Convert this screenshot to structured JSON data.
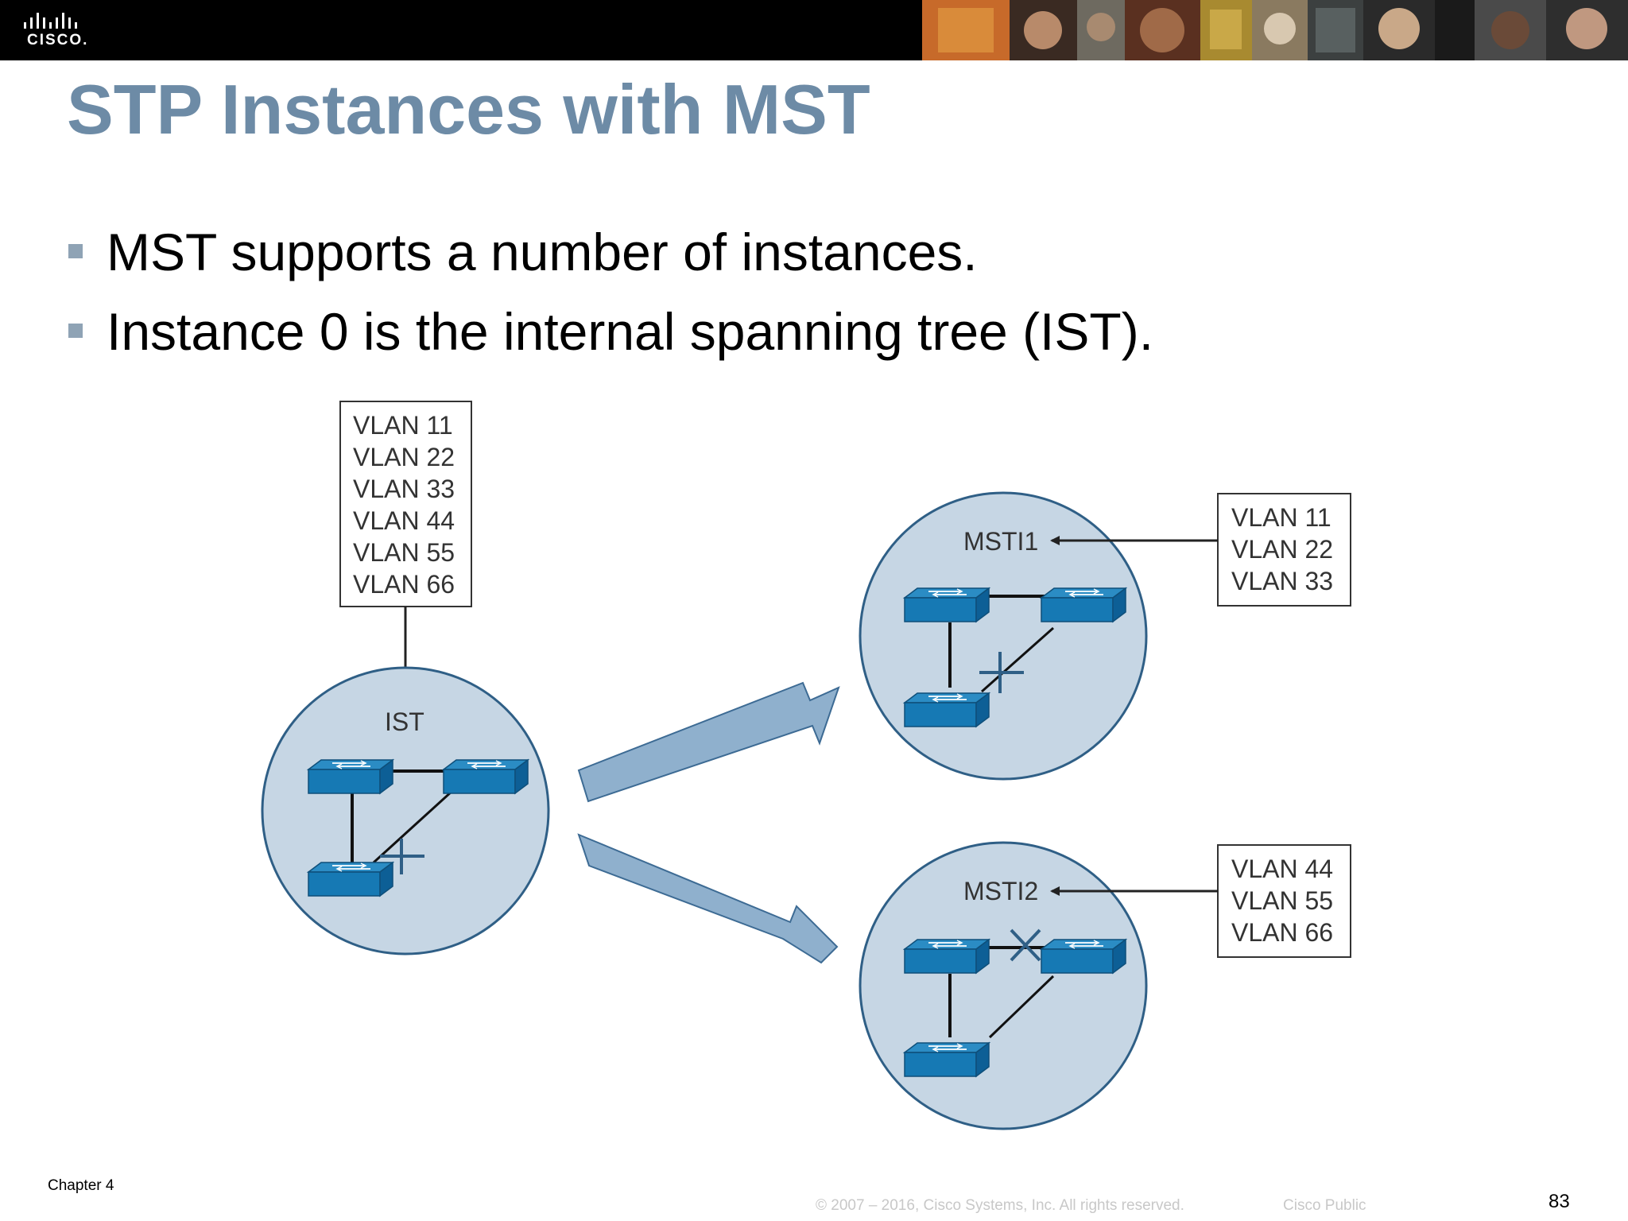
{
  "header": {
    "logo_text": "CISCO.",
    "logo_icon": "cisco-bridge-logo",
    "photo_strip_icon": "people-photo-collage"
  },
  "slide": {
    "title": "STP Instances with MST",
    "bullets": [
      "MST supports a number of instances.",
      "Instance 0 is the internal spanning tree (IST)."
    ]
  },
  "diagram": {
    "ist": {
      "label": "IST",
      "vlans": [
        "VLAN 11",
        "VLAN 22",
        "VLAN 33",
        "VLAN 44",
        "VLAN 55",
        "VLAN 66"
      ]
    },
    "msti1": {
      "label": "MSTI1",
      "vlans": [
        "VLAN 11",
        "VLAN 22",
        "VLAN 33"
      ]
    },
    "msti2": {
      "label": "MSTI2",
      "vlans": [
        "VLAN 44",
        "VLAN 55",
        "VLAN 66"
      ]
    },
    "colors": {
      "instance_fill": "#c6d6e4",
      "instance_border": "#2f5f86",
      "switch_top": "#2b8cc4",
      "switch_side": "#0d5f96",
      "arrow_fill": "#8fb0cd",
      "arrow_stroke": "#3d6b94"
    }
  },
  "footer": {
    "chapter": "Chapter 4",
    "copyright": "© 2007 – 2016, Cisco Systems, Inc. All rights reserved.",
    "classification": "Cisco Public",
    "page_number": "83"
  }
}
